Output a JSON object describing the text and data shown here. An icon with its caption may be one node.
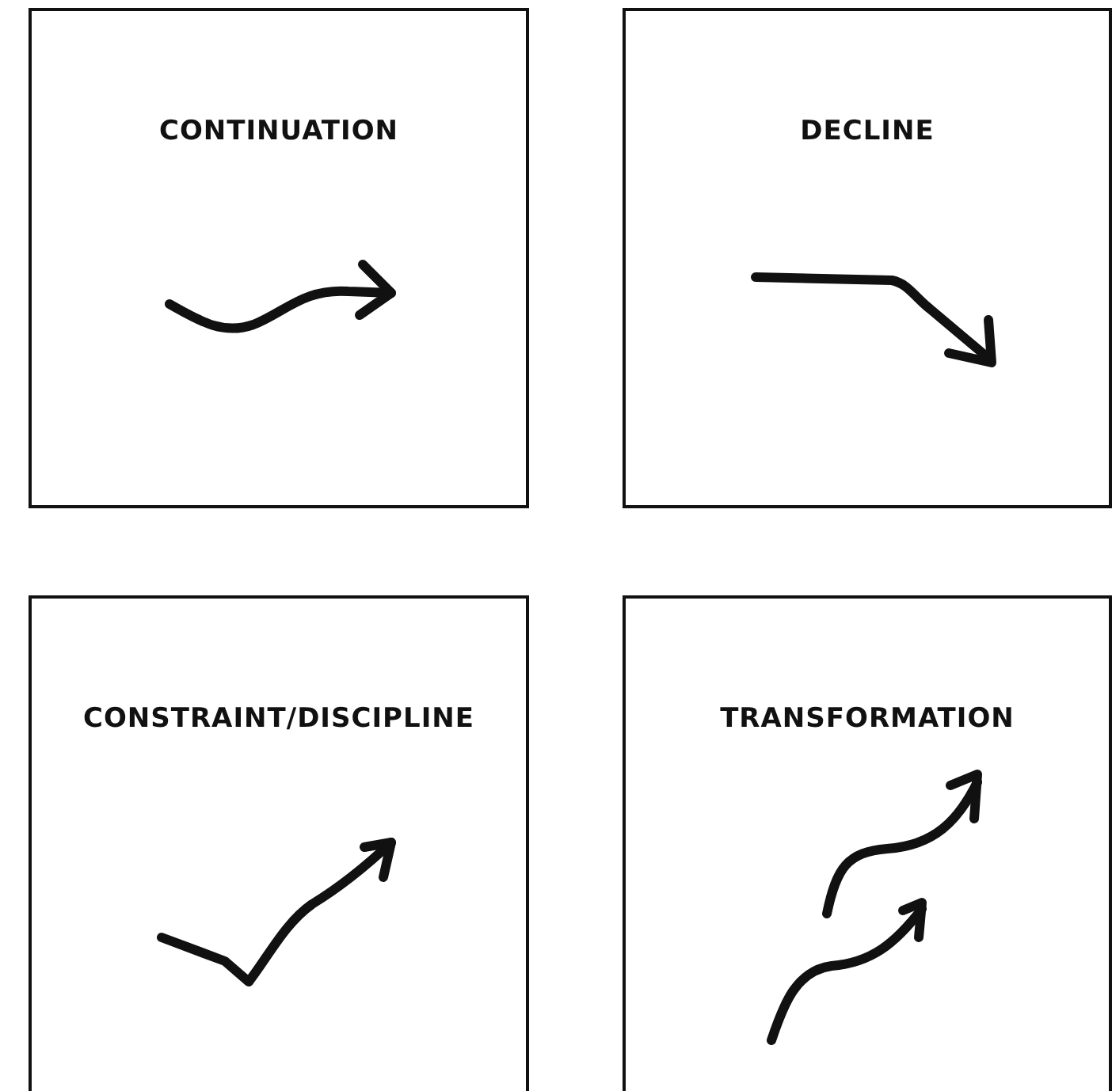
{
  "diagram": {
    "nodes": [
      {
        "text": [
          "CONTINUATION"
        ]
      },
      {
        "text": [
          "DECLINE"
        ]
      },
      {
        "text": [
          "CONSTRAINT/DISCIPLINE"
        ]
      },
      {
        "text": [
          "TRANSFORMATION"
        ]
      }
    ]
  }
}
